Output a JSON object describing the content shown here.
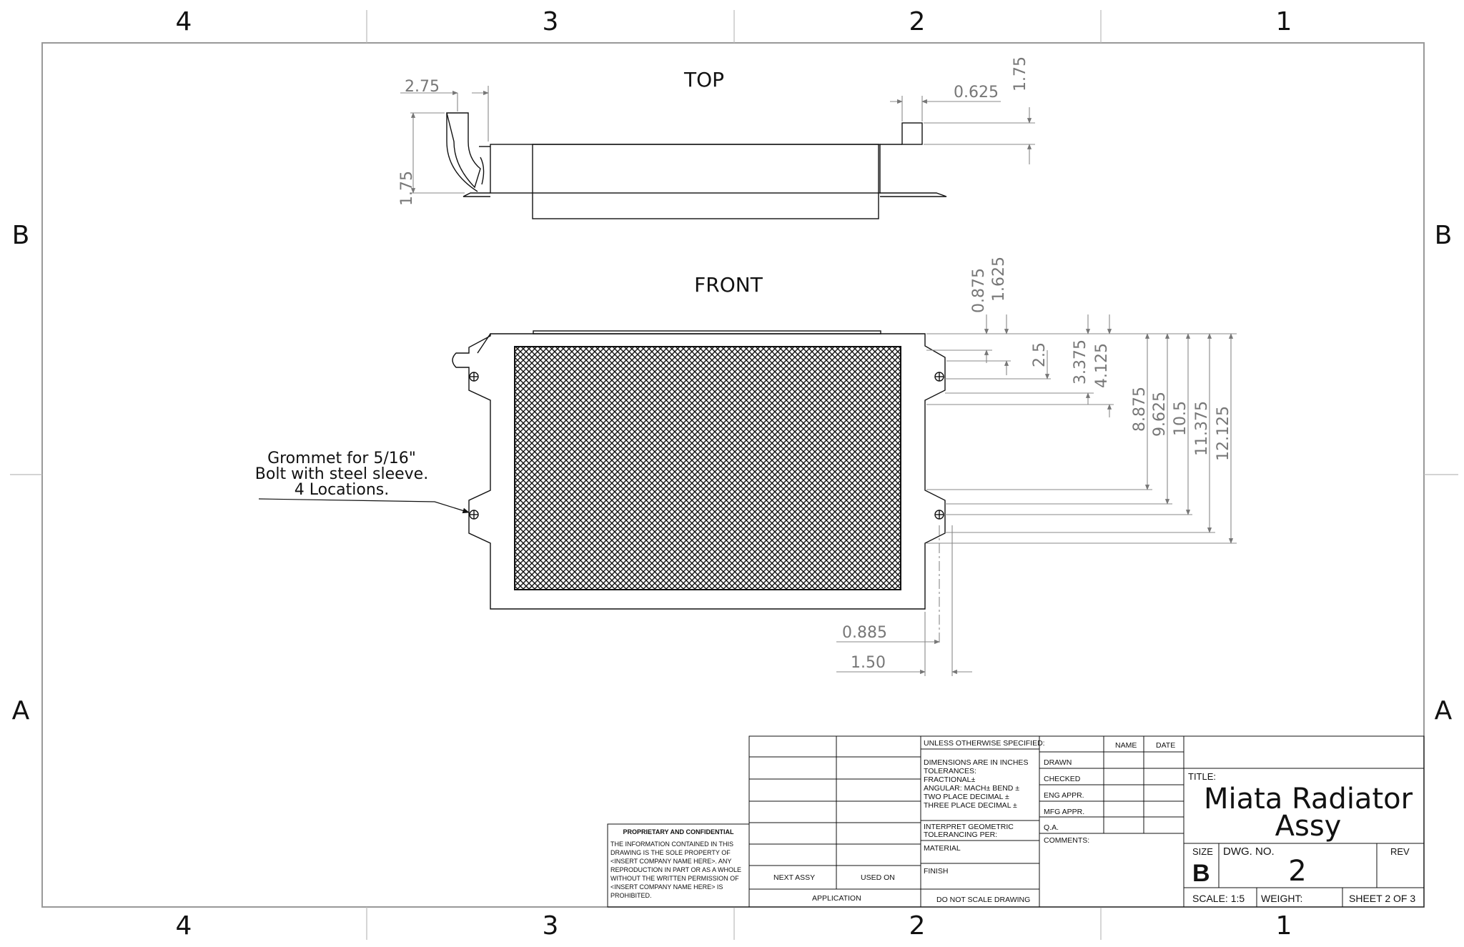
{
  "zones": {
    "columns": [
      "4",
      "3",
      "2",
      "1"
    ],
    "rows": [
      "B",
      "A"
    ]
  },
  "views": {
    "top": "TOP",
    "front": "FRONT"
  },
  "dimensions": {
    "top_2_75": "2.75",
    "top_1_75_left": "1.75",
    "top_0_625": "0.625",
    "top_1_75_right": "1.75",
    "d_0_875": "0.875",
    "d_1_625": "1.625",
    "d_2_5": "2.5",
    "d_3_375": "3.375",
    "d_4_125": "4.125",
    "d_8_875": "8.875",
    "d_9_625": "9.625",
    "d_10_5": "10.5",
    "d_11_375": "11.375",
    "d_12_125": "12.125",
    "d_0_885": "0.885",
    "d_1_50": "1.50"
  },
  "note": {
    "line1": "Grommet for 5/16\"",
    "line2": "Bolt with steel sleeve.",
    "line3": "4 Locations."
  },
  "proprietary": {
    "heading": "PROPRIETARY AND CONFIDENTIAL",
    "lines": [
      "THE INFORMATION CONTAINED IN THIS",
      "DRAWING IS THE SOLE PROPERTY OF",
      "<INSERT COMPANY NAME HERE>.  ANY",
      "REPRODUCTION IN PART OR AS A WHOLE",
      "WITHOUT THE WRITTEN PERMISSION OF",
      "<INSERT COMPANY NAME HERE> IS",
      "PROHIBITED."
    ]
  },
  "title_block": {
    "next_assy": "NEXT ASSY",
    "used_on": "USED ON",
    "application": "APPLICATION",
    "unless": "UNLESS OTHERWISE SPECIFIED:",
    "tolerances": [
      "DIMENSIONS ARE IN INCHES",
      "TOLERANCES:",
      "FRACTIONAL±",
      "ANGULAR: MACH±    BEND ±",
      "TWO PLACE DECIMAL    ±",
      "THREE PLACE DECIMAL  ±"
    ],
    "interpret": [
      "INTERPRET GEOMETRIC",
      "TOLERANCING PER:"
    ],
    "material": "MATERIAL",
    "finish": "FINISH",
    "do_not_scale": "DO NOT SCALE DRAWING",
    "name_header": "NAME",
    "date_header": "DATE",
    "signoffs": [
      "DRAWN",
      "CHECKED",
      "ENG APPR.",
      "MFG APPR.",
      "Q.A."
    ],
    "comments": "COMMENTS:",
    "title_label": "TITLE:",
    "title_line1": "Miata Radiator",
    "title_line2": "Assy",
    "size_label": "SIZE",
    "size_value": "B",
    "dwg_no_label": "DWG.  NO.",
    "dwg_no_value": "2",
    "rev_label": "REV",
    "scale": "SCALE: 1:5",
    "weight": "WEIGHT:",
    "sheet": "SHEET 2 OF 3"
  }
}
